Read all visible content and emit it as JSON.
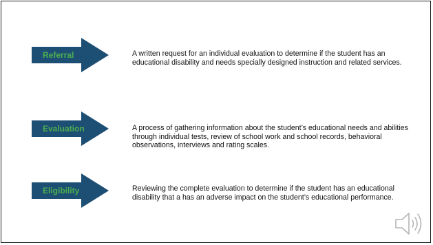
{
  "colors": {
    "arrow_fill": "#1d4e73",
    "label_text": "#4caf50",
    "body_text": "#111111",
    "border": "#1a1a1a"
  },
  "rows": [
    {
      "label": "Referral",
      "description": "A written request for an individual evaluation to determine if the student has an educational disability and needs specially designed instruction and related services."
    },
    {
      "label": "Evaluation",
      "description": "A process of gathering information about the student’s educational needs and abilities through individual tests, review of school work and school records, behavioral observations, interviews and rating scales."
    },
    {
      "label": "Eligibility",
      "description": "Reviewing the complete evaluation to determine if the student has an educational disability that a has an adverse impact on the student’s educational performance."
    }
  ],
  "icons": {
    "speaker": "speaker-icon",
    "arrow": "right-arrow-icon"
  }
}
